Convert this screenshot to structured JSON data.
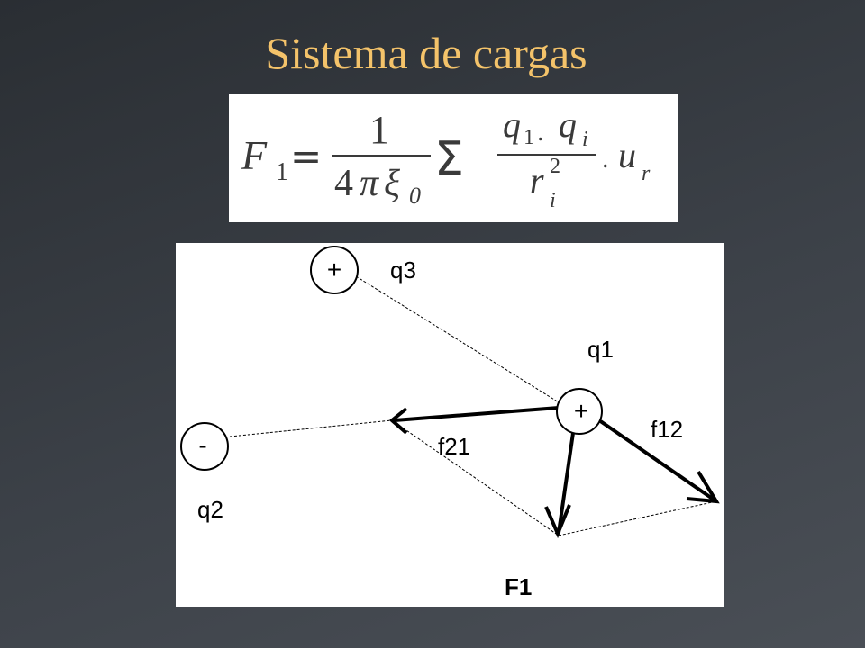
{
  "title": "Sistema de cargas",
  "formula": {
    "lhs_F": "F",
    "lhs_sub": "1",
    "equals": "=",
    "num1": "1",
    "den_4": "4",
    "den_pi": "π",
    "den_xi": "ξ",
    "den_sub": "0",
    "sum": "Σ",
    "q1": "q",
    "q1_sub": "1",
    "dot": ".",
    "qi": "q",
    "qi_sub": "i",
    "r": "r",
    "r_sup": "2",
    "r_sub": "i",
    "dot2": ".",
    "u": "u",
    "u_sub": "r"
  },
  "diagram": {
    "charges": {
      "q3": {
        "label": "q3",
        "sign": "+"
      },
      "q1": {
        "label": "q1",
        "sign": "+"
      },
      "q2": {
        "label": "q2",
        "sign": "-"
      }
    },
    "forces": {
      "f21": "f21",
      "f12": "f12",
      "F1": "F1"
    }
  }
}
